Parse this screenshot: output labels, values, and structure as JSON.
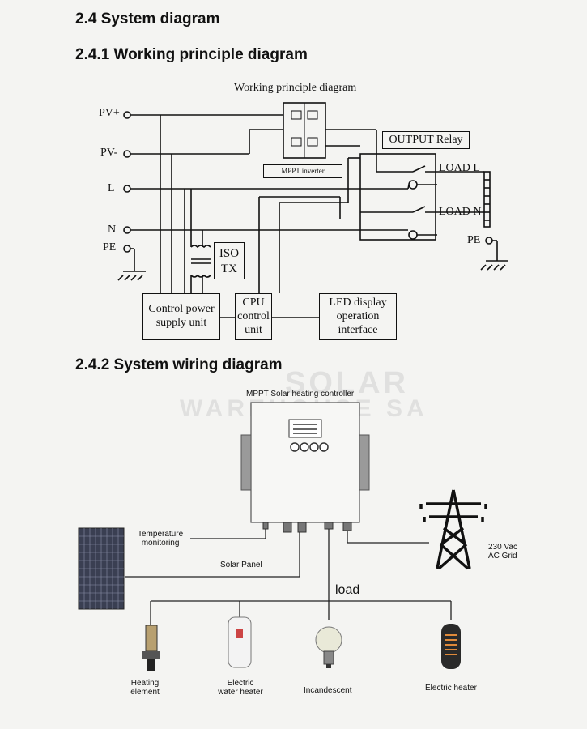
{
  "headings": {
    "section": "2.4 System diagram",
    "principle": "2.4.1 Working principle diagram",
    "wiring": "2.4.2 System wiring diagram"
  },
  "principle_diagram": {
    "caption": "Working principle diagram",
    "terminals": {
      "pv_plus": "PV+",
      "pv_minus": "PV-",
      "l": "L",
      "n": "N",
      "pe_left": "PE",
      "pe_right": "PE"
    },
    "inverter_label": "MPPT inverter",
    "output_relay": "OUTPUT Relay",
    "load_l": "LOAD L",
    "load_n": "LOAD N",
    "iso_tx": {
      "line1": "ISO",
      "line2": "TX"
    },
    "control_power": {
      "line1": "Control power",
      "line2": "supply unit"
    },
    "cpu": {
      "line1": "CPU",
      "line2": "control",
      "line3": "unit"
    },
    "led": {
      "line1": "LED display",
      "line2": "operation",
      "line3": "interface"
    }
  },
  "wiring_diagram": {
    "controller_title": "MPPT Solar heating controller",
    "temperature": {
      "line1": "Temperature",
      "line2": "monitoring"
    },
    "solar_panel": "Solar Panel",
    "grid": {
      "line1": "230 Vac",
      "line2": "AC Grid"
    },
    "load": "load",
    "loads": {
      "heating": {
        "line1": "Heating",
        "line2": "element"
      },
      "water": {
        "line1": "Electric",
        "line2": "water heater"
      },
      "incandescent": "Incandescent",
      "heater": "Electric heater"
    }
  },
  "watermark": {
    "line1": "SOLAR",
    "line2": "WAREHOUSE SA"
  }
}
